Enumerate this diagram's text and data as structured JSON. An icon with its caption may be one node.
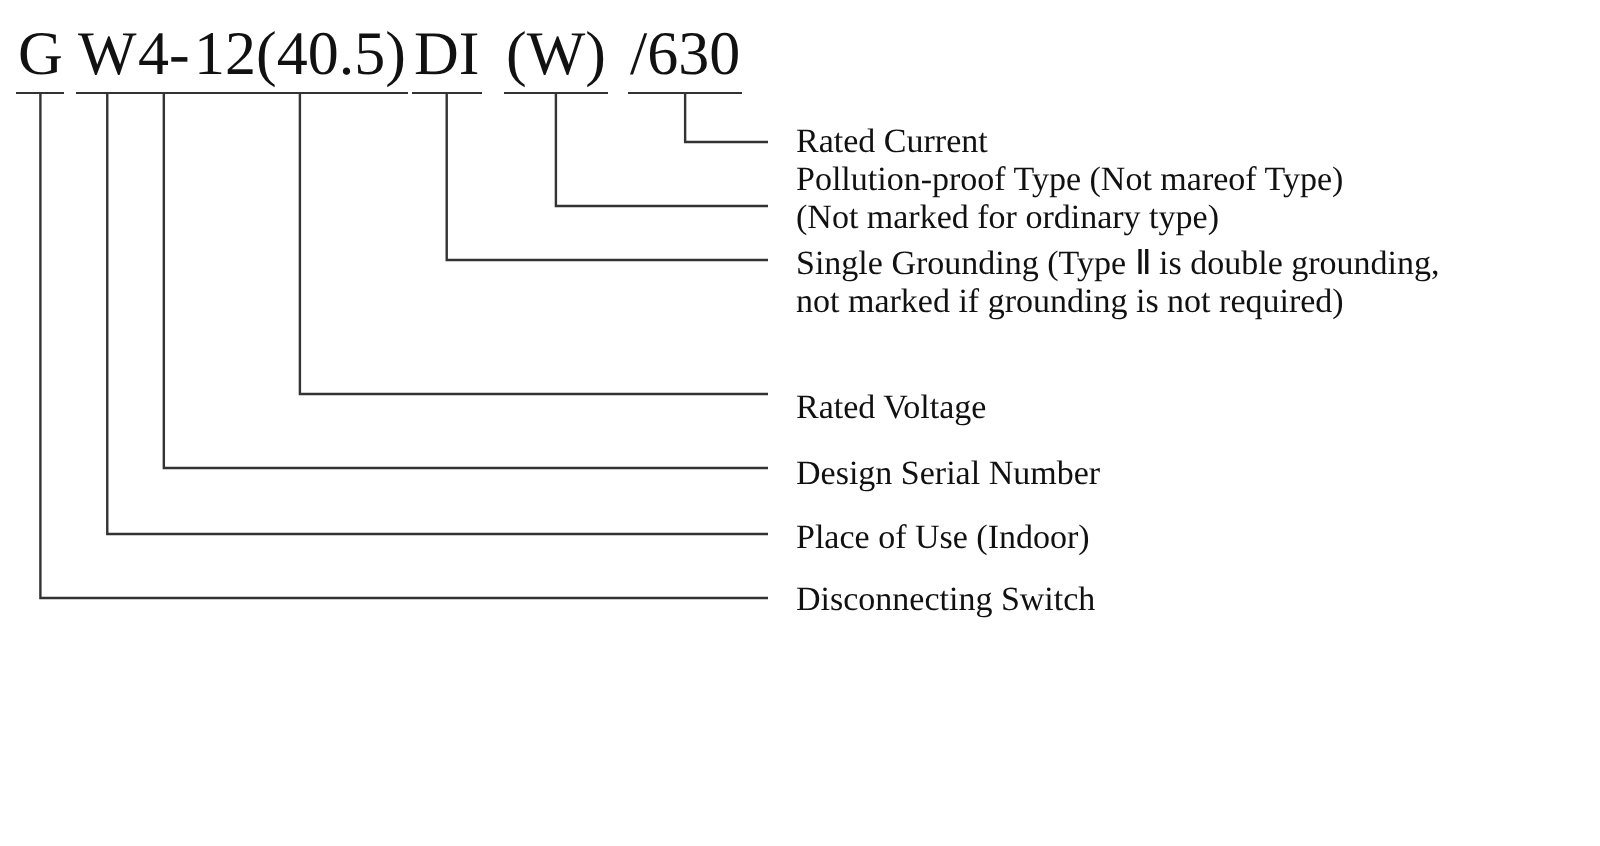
{
  "diagram": {
    "nodes": [
      {
        "text": [
          "G"
        ]
      },
      {
        "text": [
          "W"
        ]
      },
      {
        "text": [
          "4-"
        ]
      },
      {
        "text": [
          "12(40.5)"
        ]
      },
      {
        "text": [
          "DI"
        ]
      },
      {
        "text": [
          "(W)"
        ]
      },
      {
        "text": [
          "/630"
        ]
      },
      {
        "text": [
          "Rated Current"
        ]
      },
      {
        "text": [
          "Pollution-proof Type (Not mareof Type)",
          "(Not marked for ordinary type)"
        ]
      },
      {
        "text": [
          "Single Grounding (Type Ⅱ is double grounding, not marked if grounding is not required)"
        ]
      },
      {
        "text": [
          "Rated Voltage"
        ]
      },
      {
        "text": [
          "Design Serial Number"
        ]
      },
      {
        "text": [
          "Place of Use (Indoor)"
        ]
      },
      {
        "text": [
          "Disconnecting Switch"
        ]
      }
    ],
    "edges": [
      {
        "from": 6,
        "to": 7,
        "arrow": "none"
      },
      {
        "from": 5,
        "to": 8,
        "arrow": "none"
      },
      {
        "from": 4,
        "to": 9,
        "arrow": "none"
      },
      {
        "from": 3,
        "to": 10,
        "arrow": "none"
      },
      {
        "from": 2,
        "to": 11,
        "arrow": "none"
      },
      {
        "from": 1,
        "to": 12,
        "arrow": "none"
      },
      {
        "from": 0,
        "to": 13,
        "arrow": "none"
      }
    ]
  }
}
